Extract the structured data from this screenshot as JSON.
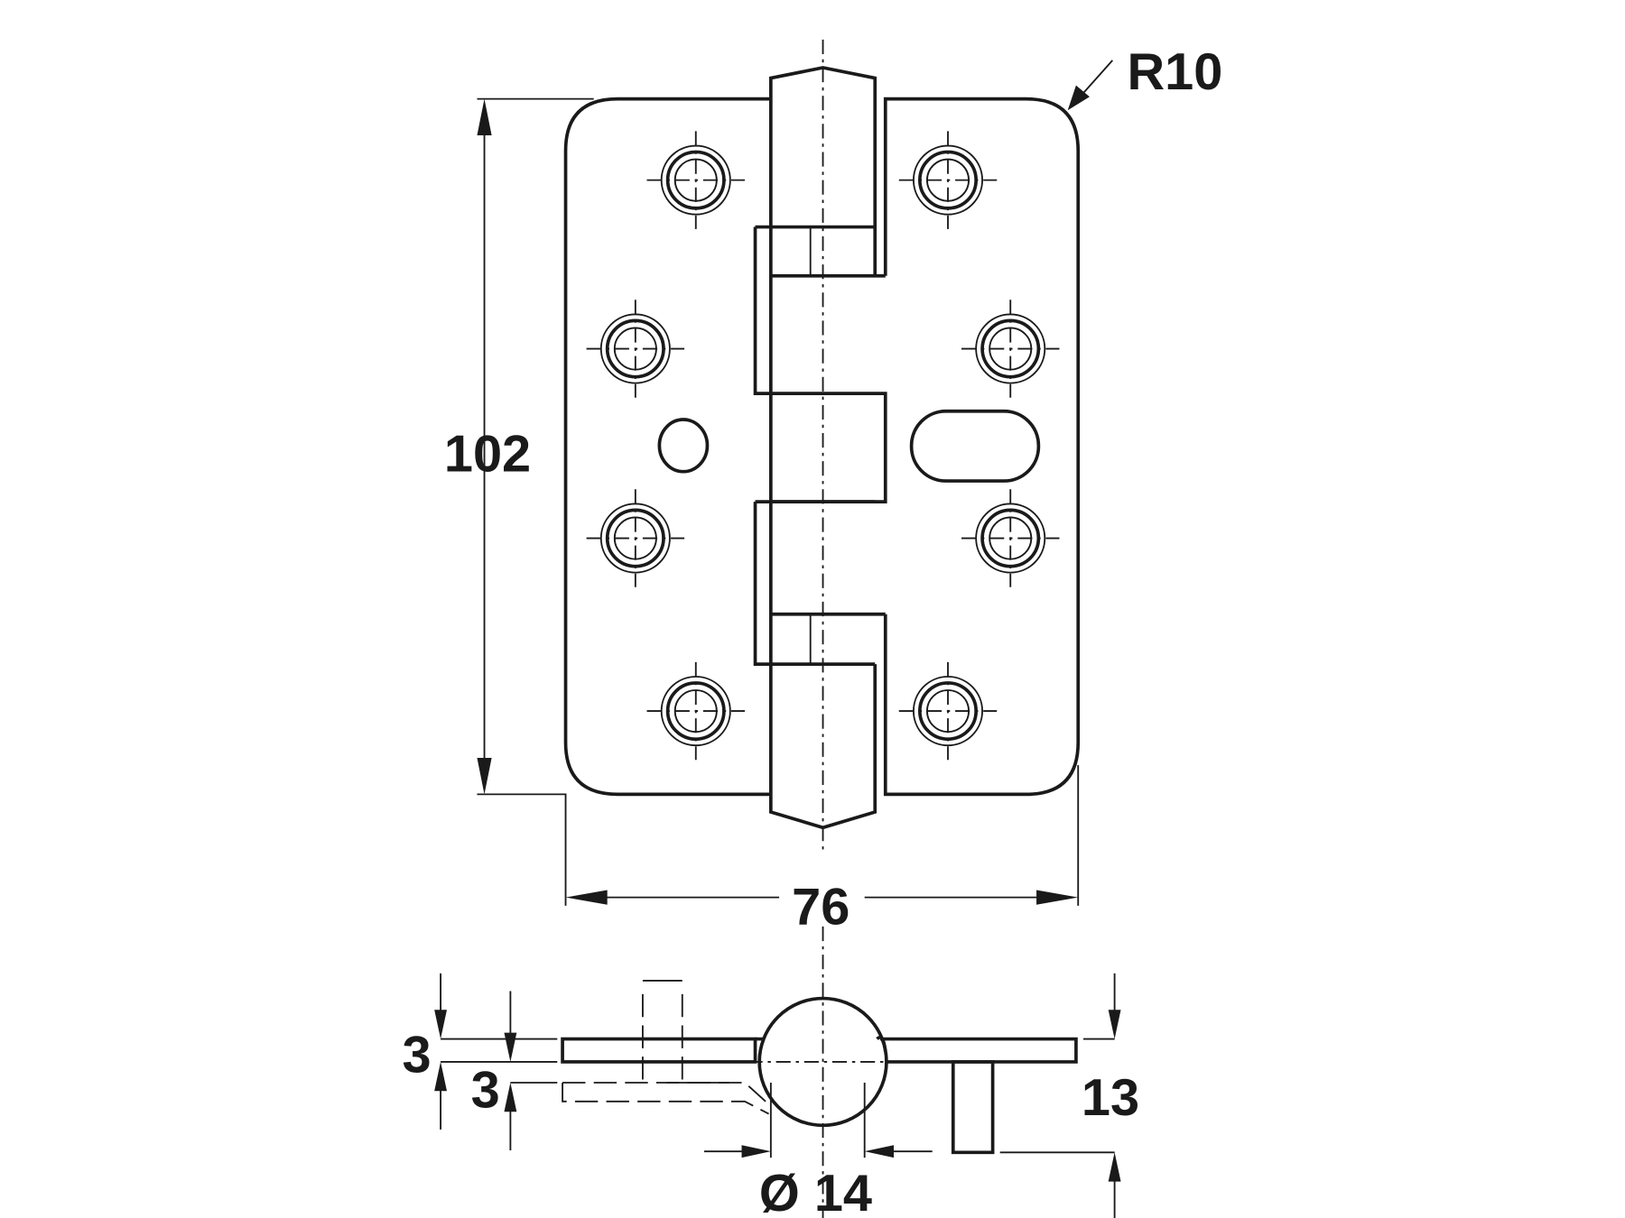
{
  "drawing": {
    "dimensions": {
      "height": "102",
      "width": "76",
      "corner_radius": "R10",
      "leaf_thickness_a": "3",
      "leaf_thickness_b": "3",
      "knuckle_diameter": "Ø 14",
      "overall_depth": "13"
    },
    "colors": {
      "line": "#1a1a1a",
      "background": "#ffffff"
    }
  }
}
